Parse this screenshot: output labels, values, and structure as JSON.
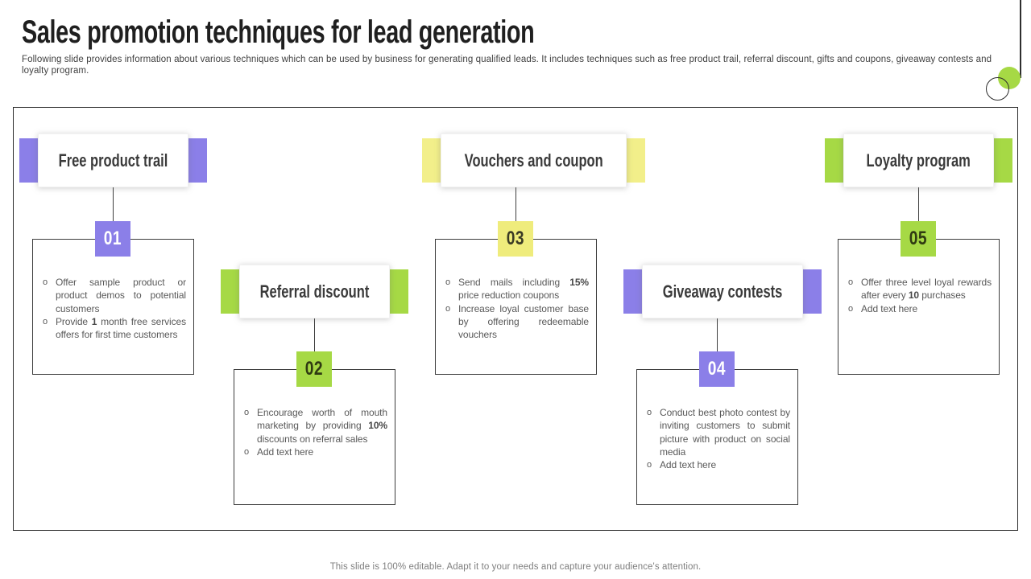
{
  "slide": {
    "title": "Sales promotion techniques for lead generation",
    "subtitle": "Following slide provides information about various techniques which can be used by business for generating qualified leads. It includes techniques such as free product trail, referral discount, gifts and coupons, giveaway contests and loyalty program.",
    "footer": "This slide is 100% editable. Adapt it to your needs and capture your audience's attention."
  },
  "colors": {
    "purple": "#8b7fe8",
    "green": "#a6d945",
    "yellow": "#f2ef8a",
    "yellowBadge": "#efec7c"
  },
  "bullet_char": "o",
  "sections": [
    {
      "number": "01",
      "title": "Free product trail",
      "color": "purple",
      "bullets": [
        [
          {
            "t": "Offer sample product or product demos to potential customers"
          }
        ],
        [
          {
            "t": "Provide "
          },
          {
            "t": "1",
            "b": true
          },
          {
            "t": " month free services offers for first time customers"
          }
        ]
      ]
    },
    {
      "number": "02",
      "title": "Referral discount",
      "color": "green",
      "bullets": [
        [
          {
            "t": "Encourage worth of mouth marketing by providing "
          },
          {
            "t": "10%",
            "b": true
          },
          {
            "t": " discounts on referral sales"
          }
        ],
        [
          {
            "t": "Add text here"
          }
        ]
      ]
    },
    {
      "number": "03",
      "title": "Vouchers and coupon",
      "color": "yellow",
      "bullets": [
        [
          {
            "t": "Send mails including "
          },
          {
            "t": "15%",
            "b": true
          },
          {
            "t": " price reduction coupons"
          }
        ],
        [
          {
            "t": "Increase loyal customer base by offering redeemable vouchers"
          }
        ]
      ]
    },
    {
      "number": "04",
      "title": "Giveaway contests",
      "color": "purple",
      "bullets": [
        [
          {
            "t": "Conduct best photo contest by inviting customers to submit picture with product on social media"
          }
        ],
        [
          {
            "t": "Add text here"
          }
        ]
      ]
    },
    {
      "number": "05",
      "title": "Loyalty program",
      "color": "green",
      "bullets": [
        [
          {
            "t": "Offer three level loyal rewards after every "
          },
          {
            "t": "10",
            "b": true
          },
          {
            "t": " purchases"
          }
        ],
        [
          {
            "t": "Add text here"
          }
        ]
      ]
    }
  ]
}
